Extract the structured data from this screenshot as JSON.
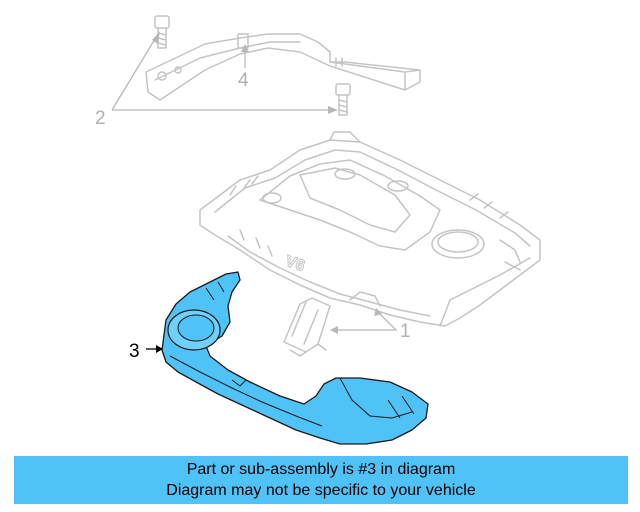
{
  "diagram": {
    "callouts": {
      "c1": "1",
      "c2": "2",
      "c3": "3",
      "c4": "4"
    },
    "emblem_text": "V6",
    "highlight_color": "#4fc3f7",
    "ghost_color": "#c4c4c4"
  },
  "banner": {
    "line1": "Part or sub-assembly is #3 in diagram",
    "line2": "Diagram may not be specific to your vehicle",
    "background": "#4fc3f7"
  }
}
